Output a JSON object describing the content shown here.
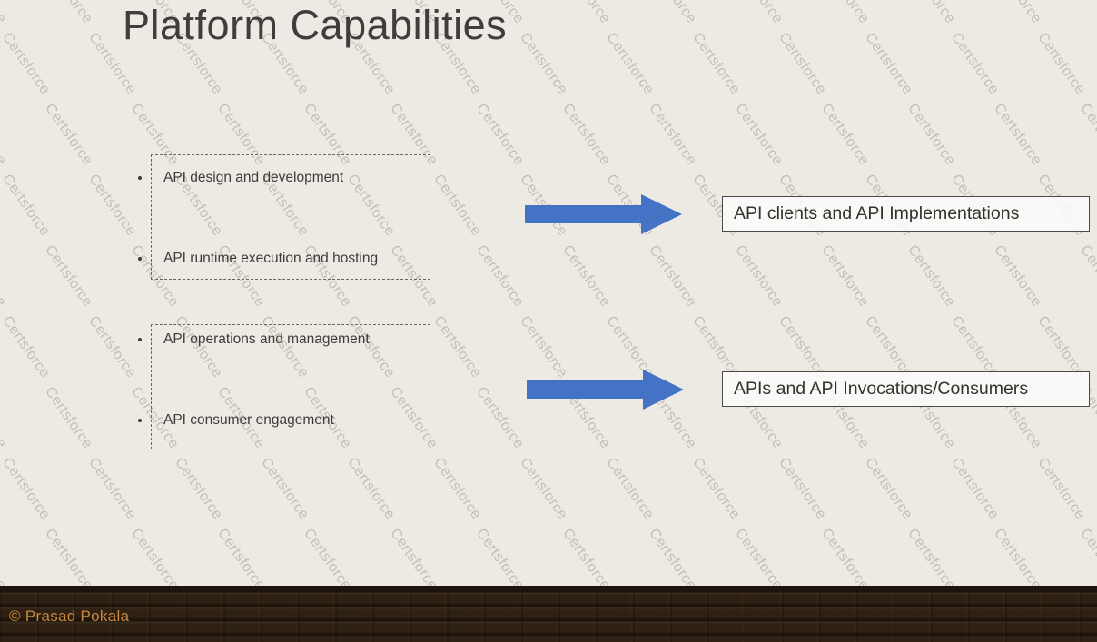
{
  "slide": {
    "title": "Platform Capabilities",
    "watermark": {
      "text": "Certsforce"
    },
    "groups": [
      {
        "bullets": [
          "API design and development",
          "API runtime execution and hosting"
        ],
        "result": "API clients and API Implementations"
      },
      {
        "bullets": [
          "API operations and management",
          "API consumer engagement"
        ],
        "result": "APIs and API Invocations/Consumers"
      }
    ],
    "footer": {
      "copyright": "© Prasad Pokala"
    },
    "colors": {
      "background": "#EDEAE4",
      "arrow_fill": "#4472C4",
      "arrow_edge": "#3B63A8",
      "footer_text": "#C9873D"
    }
  }
}
